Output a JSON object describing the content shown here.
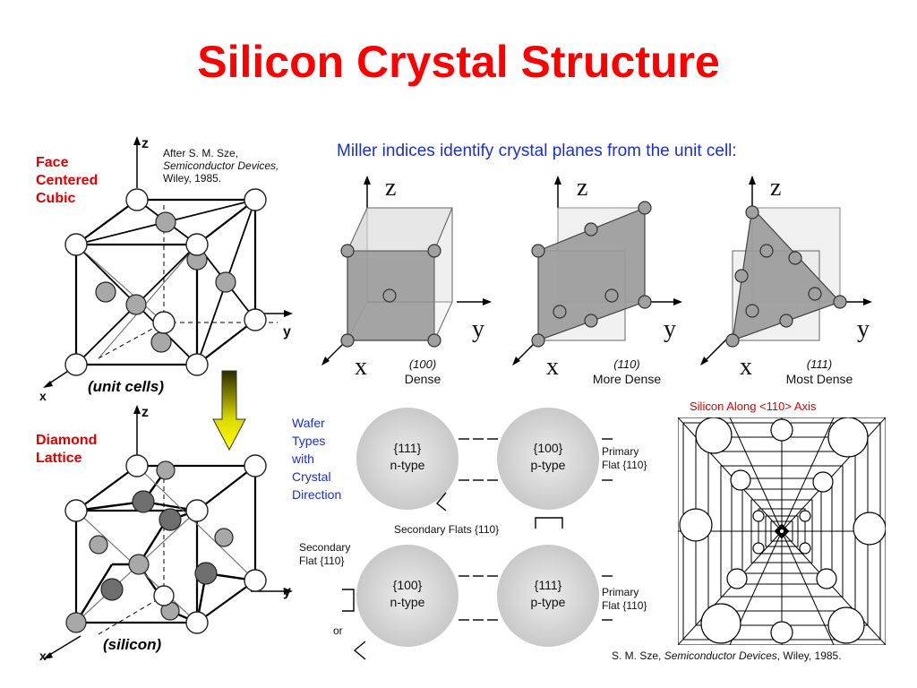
{
  "title": "Silicon Crystal Structure",
  "unit_cell_panel": {
    "fcc_label": "Face\nCentered\nCubic",
    "diamond_label": "Diamond\nLattice",
    "citation_line1": "After S. M. Sze,",
    "citation_line2": "Semiconductor Devices,",
    "citation_line3": "Wiley, 1985.",
    "unit_cells_caption": "(unit cells)",
    "silicon_caption": "(silicon)",
    "axis_z": "z",
    "axis_y": "y",
    "axis_x": "x"
  },
  "miller_panel": {
    "heading": "Miller indices identify crystal planes from the unit cell:",
    "axis_z": "z",
    "axis_y": "y",
    "axis_x": "x",
    "planes": [
      {
        "index": "(100)",
        "density": "Dense"
      },
      {
        "index": "(110)",
        "density": "More Dense"
      },
      {
        "index": "(111)",
        "density": "Most Dense"
      }
    ]
  },
  "wafer_panel": {
    "label": "Wafer\nTypes\nwith\nCrystal\nDirection",
    "wafers": [
      {
        "text": "{111}\nn-type"
      },
      {
        "text": "{100}\np-type"
      },
      {
        "text": "{100}\nn-type"
      },
      {
        "text": "{111}\np-type"
      }
    ],
    "primary_flat_top": "Primary\nFlat {110}",
    "primary_flat_bottom": "Primary\nFlat {110}",
    "secondary_flats_mid": "Secondary Flats {110}",
    "secondary_flat_left": "Secondary\nFlat {110}",
    "or_label": "or"
  },
  "silicon_axis_panel": {
    "title": "Silicon Along <110> Axis",
    "citation_prefix": "S. M. Sze, ",
    "citation_italic": "Semiconductor Devices",
    "citation_suffix": ", Wiley, 1985."
  },
  "colors": {
    "title": "#ff0000",
    "red_label": "#e00000",
    "blue_text": "#1a2fd6",
    "atom_white": "#ffffff",
    "atom_grey": "#a0a0a0",
    "atom_dark": "#6e6e6e"
  }
}
